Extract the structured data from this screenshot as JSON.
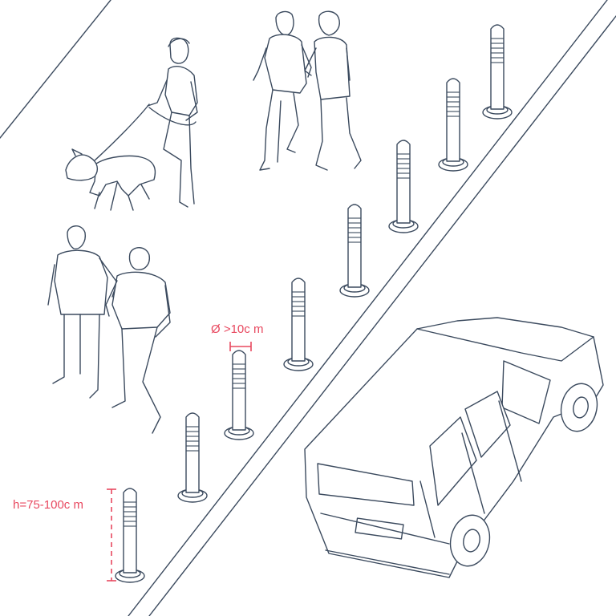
{
  "annotations": {
    "diameter": "Ø >10c m",
    "height": "h=75-100c m"
  },
  "colors": {
    "line": "#3b4a5e",
    "dimension": "#e8485f",
    "background": "#ffffff"
  },
  "figures": [
    "person-walking-dog",
    "dog",
    "elderly-pair",
    "couple-walking"
  ],
  "bollard_count": 8,
  "vehicle": "car"
}
